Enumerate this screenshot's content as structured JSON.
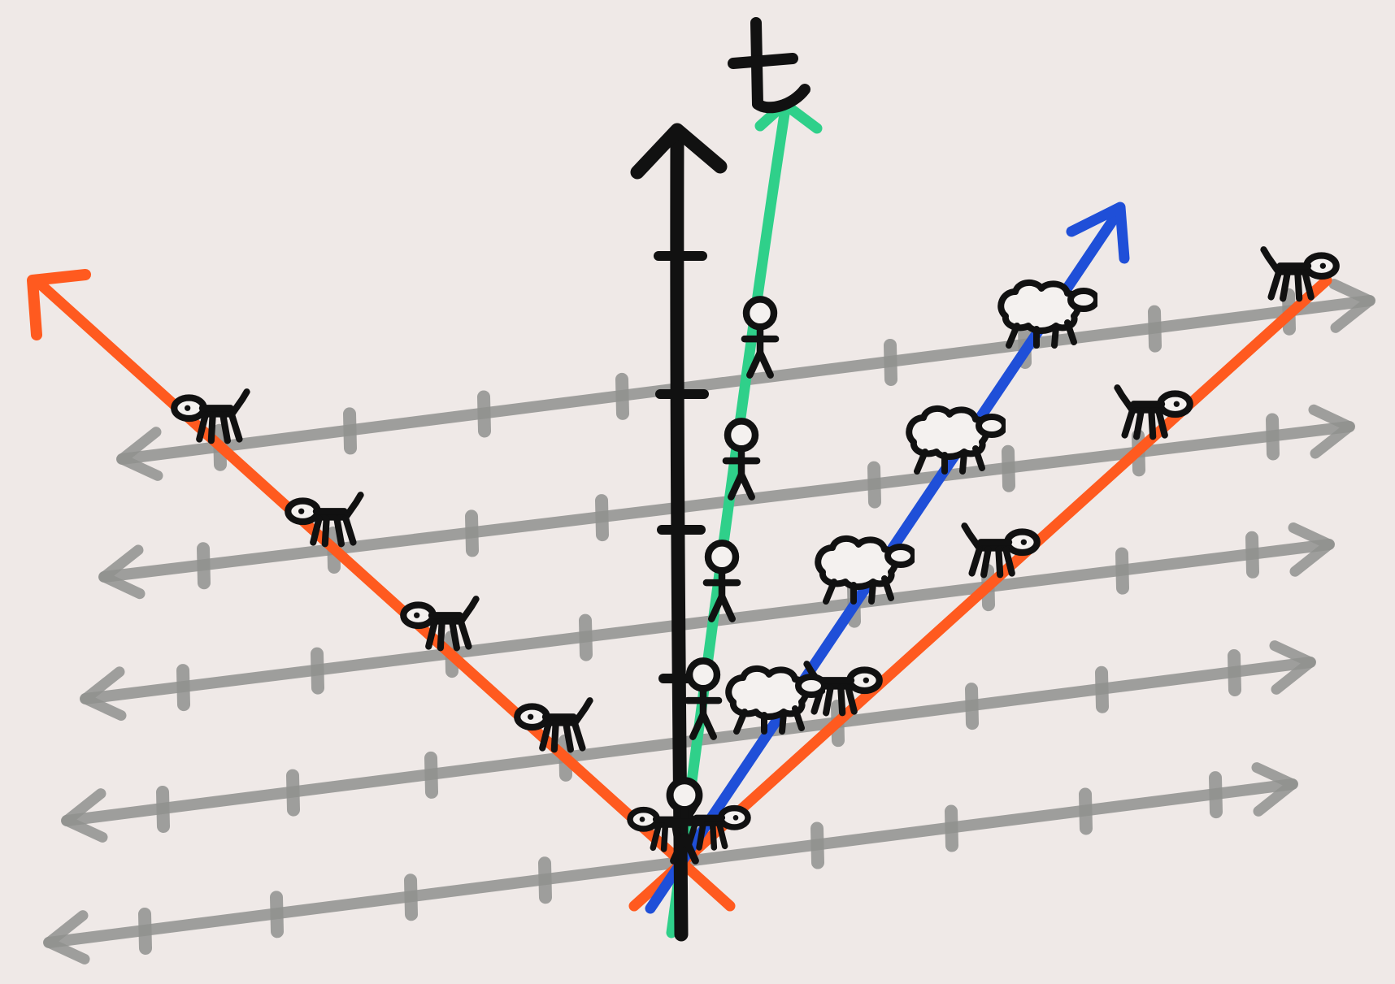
{
  "diagram": {
    "time_axis_label": "t",
    "colors": {
      "background": "#efe9e7",
      "time_axis": "#111111",
      "space_lines": "#8f918e",
      "worldline_fast": "#ff5a1f",
      "worldline_person": "#2fd08a",
      "worldline_sheep": "#1f4fd8",
      "figures": "#111111"
    },
    "space_lines_count": 5,
    "worldlines": [
      {
        "id": "left-dog",
        "color": "worldline_fast",
        "figure": "dog-icon"
      },
      {
        "id": "person",
        "color": "worldline_person",
        "figure": "stick-person-icon"
      },
      {
        "id": "sheep",
        "color": "worldline_sheep",
        "figure": "sheep-icon"
      },
      {
        "id": "right-dog",
        "color": "worldline_fast",
        "figure": "dog-icon"
      }
    ],
    "origin_group": {
      "figures": [
        "dog-icon",
        "stick-person-icon",
        "dog-icon"
      ]
    }
  }
}
